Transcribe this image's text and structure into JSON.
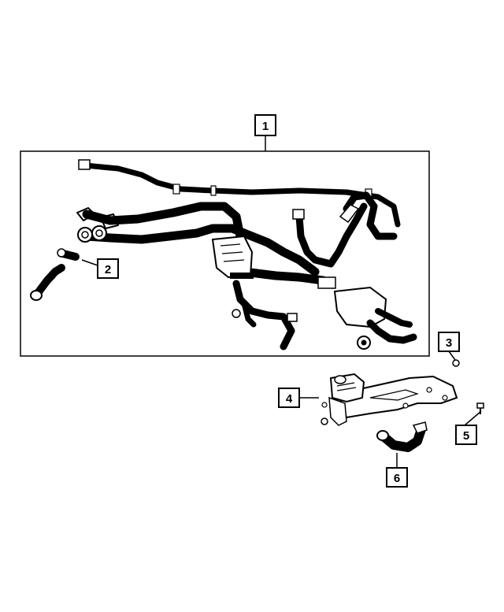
{
  "callouts": [
    {
      "id": "1",
      "label": "1"
    },
    {
      "id": "2",
      "label": "2"
    },
    {
      "id": "3",
      "label": "3"
    },
    {
      "id": "4",
      "label": "4"
    },
    {
      "id": "5",
      "label": "5"
    },
    {
      "id": "6",
      "label": "6"
    }
  ],
  "colors": {
    "line": "#000000",
    "background": "#ffffff"
  },
  "parts": [
    "coolant-hose-assembly",
    "hose-connectors",
    "clip",
    "auxiliary-water-pump-with-bracket",
    "bolt",
    "pump-hose"
  ]
}
